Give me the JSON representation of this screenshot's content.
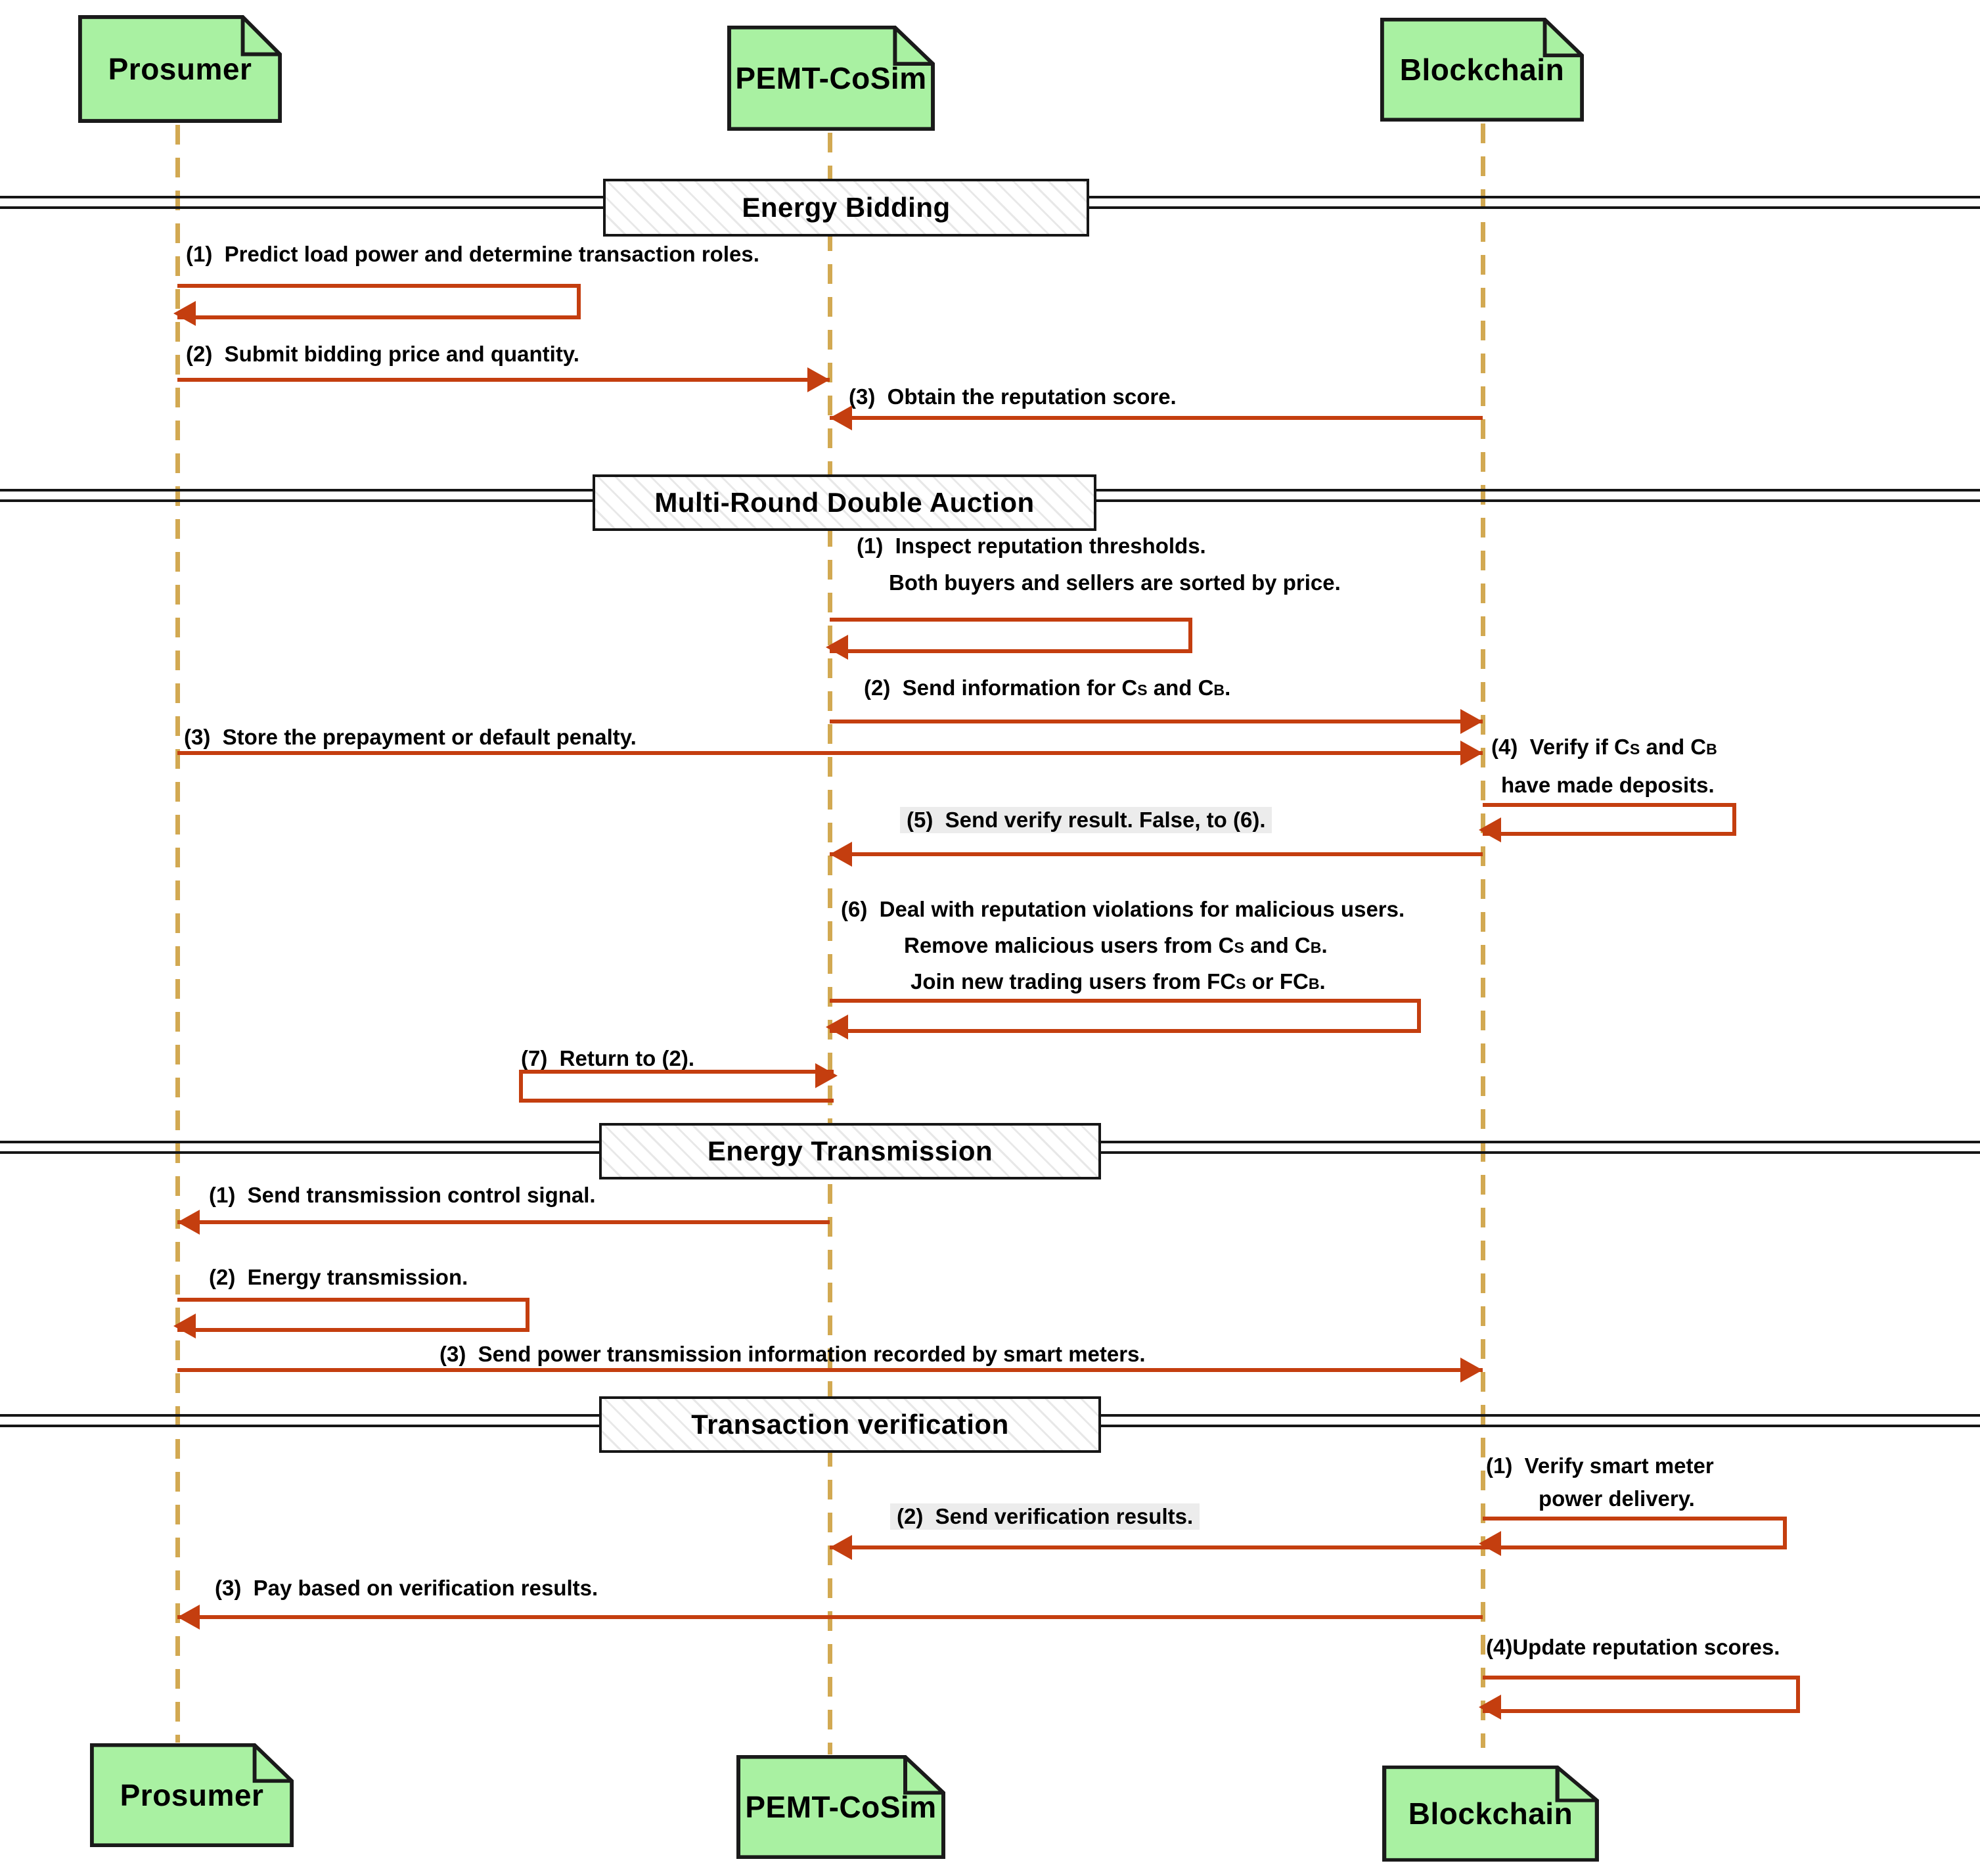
{
  "colors": {
    "actor_fill": "#a9f1a2",
    "actor_border": "#1a1a1a",
    "lifeline": "#d2a952",
    "arrow": "#c43e0f",
    "text": "#000000",
    "divider": "#161616",
    "label_highlight": "#ececec"
  },
  "actors": [
    {
      "label": "Prosumer"
    },
    {
      "label": "PEMT-CoSim"
    },
    {
      "label": "Blockchain"
    }
  ],
  "sections": [
    {
      "title": "Energy Bidding"
    },
    {
      "title": "Multi-Round Double Auction"
    },
    {
      "title": "Energy Transmission"
    },
    {
      "title": "Transaction verification"
    }
  ],
  "messages": [
    {
      "section": "Energy Bidding",
      "kind": "self",
      "actor": "Prosumer",
      "lines": [
        "(1)  Predict load power and determine transaction roles."
      ]
    },
    {
      "section": "Energy Bidding",
      "kind": "message",
      "from": "Prosumer",
      "to": "PEMT-CoSim",
      "lines": [
        "(2)  Submit bidding price and quantity."
      ]
    },
    {
      "section": "Energy Bidding",
      "kind": "message",
      "from": "Blockchain",
      "to": "PEMT-CoSim",
      "lines": [
        "(3)  Obtain the reputation score."
      ]
    },
    {
      "section": "Multi-Round Double Auction",
      "kind": "self",
      "actor": "PEMT-CoSim",
      "lines": [
        "(1)  Inspect reputation thresholds.",
        "Both buyers and sellers are sorted by price."
      ]
    },
    {
      "section": "Multi-Round Double Auction",
      "kind": "message",
      "from": "PEMT-CoSim",
      "to": "Blockchain",
      "lines": [
        "(2)  Send information for C_{S} and C_{B}."
      ]
    },
    {
      "section": "Multi-Round Double Auction",
      "kind": "message",
      "from": "Prosumer",
      "to": "Blockchain",
      "lines": [
        "(3)  Store the prepayment or default penalty."
      ]
    },
    {
      "section": "Multi-Round Double Auction",
      "kind": "self",
      "actor": "Blockchain",
      "lines": [
        "(4)  Verify if C_{S} and C_{B}",
        "have made deposits."
      ]
    },
    {
      "section": "Multi-Round Double Auction",
      "kind": "message",
      "from": "Blockchain",
      "to": "PEMT-CoSim",
      "lines": [
        "(5)  Send verify result. False, to (6)."
      ]
    },
    {
      "section": "Multi-Round Double Auction",
      "kind": "self",
      "actor": "PEMT-CoSim",
      "lines": [
        "(6)  Deal with reputation violations for malicious users.",
        "Remove malicious users from C_{S} and C_{B}.",
        "Join new trading users from FC_{S} or FC_{B}."
      ]
    },
    {
      "section": "Multi-Round Double Auction",
      "kind": "self",
      "actor": "PEMT-CoSim",
      "lines": [
        "(7)  Return to (2)."
      ]
    },
    {
      "section": "Energy Transmission",
      "kind": "message",
      "from": "PEMT-CoSim",
      "to": "Prosumer",
      "lines": [
        "(1)  Send transmission control signal."
      ]
    },
    {
      "section": "Energy Transmission",
      "kind": "self",
      "actor": "Prosumer",
      "lines": [
        "(2)  Energy transmission."
      ]
    },
    {
      "section": "Energy Transmission",
      "kind": "message",
      "from": "Prosumer",
      "to": "Blockchain",
      "lines": [
        "(3)  Send power transmission information recorded by smart meters."
      ]
    },
    {
      "section": "Transaction verification",
      "kind": "self",
      "actor": "Blockchain",
      "lines": [
        "(1)  Verify smart meter",
        "power delivery."
      ]
    },
    {
      "section": "Transaction verification",
      "kind": "message",
      "from": "Blockchain",
      "to": "PEMT-CoSim",
      "lines": [
        "(2)  Send verification results."
      ]
    },
    {
      "section": "Transaction verification",
      "kind": "message",
      "from": "Blockchain",
      "to": "Prosumer",
      "lines": [
        "(3)  Pay based on verification results."
      ]
    },
    {
      "section": "Transaction verification",
      "kind": "self",
      "actor": "Blockchain",
      "lines": [
        "(4)Update reputation scores."
      ]
    }
  ]
}
